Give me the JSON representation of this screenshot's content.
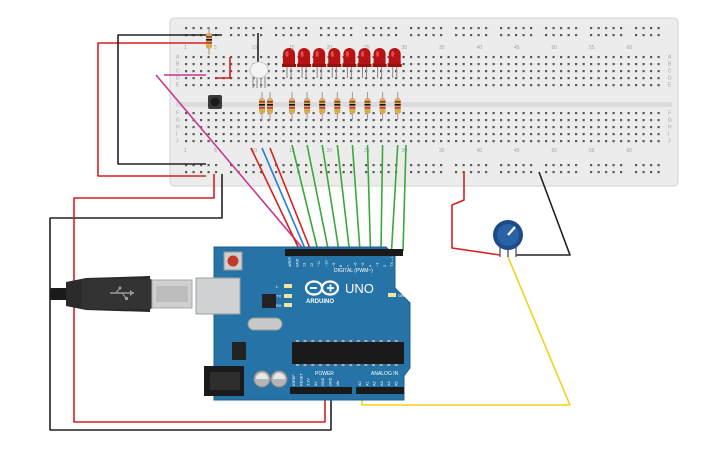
{
  "breadboard": {
    "row_letters_top": [
      "A",
      "B",
      "C",
      "D",
      "E"
    ],
    "row_letters_bottom": [
      "F",
      "G",
      "H",
      "I",
      "J"
    ],
    "column_numbers": [
      "1",
      "5",
      "10",
      "15",
      "20",
      "25",
      "30",
      "35",
      "40",
      "45",
      "50",
      "55",
      "60"
    ]
  },
  "arduino": {
    "board_name": "UNO",
    "logo_text": "ARDUINO",
    "digital_header": "DIGITAL (PWM~)",
    "digital_pins": [
      "AREF",
      "GND",
      "13",
      "12",
      "~11",
      "~10",
      "~9",
      "8",
      "7",
      "~6",
      "~5",
      "4",
      "~3",
      "2",
      "TX→1",
      "RX←0"
    ],
    "on_label": "ON",
    "led_labels": [
      "L",
      "TX",
      "RX"
    ],
    "power_header": "POWER",
    "power_pins": [
      "IOREF",
      "RESET",
      "3.3V",
      "5V",
      "GND",
      "GND",
      "Vin"
    ],
    "analog_header": "ANALOG IN",
    "analog_pins": [
      "A0",
      "A1",
      "A2",
      "A3",
      "A4",
      "A5"
    ]
  },
  "components": {
    "red_led_count": 8,
    "resistor_count": 10,
    "potentiometer": "potentiometer-knob",
    "pushbutton": "pushbutton"
  },
  "wire_colors": {
    "red": "#d81e1e",
    "black": "#222222",
    "green": "#3aa83a",
    "blue": "#2a7fd4",
    "magenta": "#c8388c",
    "yellow": "#f2d21e"
  }
}
